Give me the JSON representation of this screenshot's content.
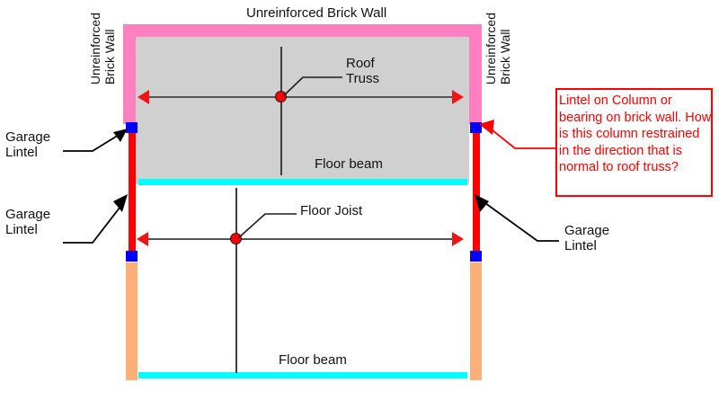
{
  "diagram": {
    "title": "Unreinforced Brick Wall",
    "labels": {
      "roof_truss": "Roof\nTruss",
      "floor_beam_upper": "Floor beam",
      "floor_joist": "Floor Joist",
      "floor_beam_lower": "Floor beam",
      "wall_left_vertical": "Unreinforced\nBrick Wall",
      "wall_right_vertical": "Unreinforced\nBrick Wall",
      "garage_lintel_top_left": "Garage\nLintel",
      "garage_lintel_mid_left": "Garage\nLintel",
      "garage_lintel_right": "Garage\nLintel"
    },
    "annotation": {
      "text": "Lintel on Column or bearing on brick wall. How is this column restrained in the direction that is normal to roof truss?",
      "color": "#ff0000"
    },
    "colors": {
      "brick_wall": "#ff80c0",
      "slab_interior": "#d0d0d0",
      "steel_column": "#ff0000",
      "timber_column": "#fcb077",
      "bearing_block": "#0000ff",
      "floor_beam": "#00ffff",
      "node_dot": "#ff0000",
      "annotation": "#ff0000",
      "leader_line": "#000000",
      "background": "#ffffff"
    },
    "elements": {
      "roof_truss_span_arrow": "double-headed-horizontal-arrow",
      "floor_joist_span_arrow": "double-headed-horizontal-arrow",
      "upper_floor_beam": "floor-beam-upper",
      "lower_floor_beam": "floor-beam-lower"
    }
  }
}
